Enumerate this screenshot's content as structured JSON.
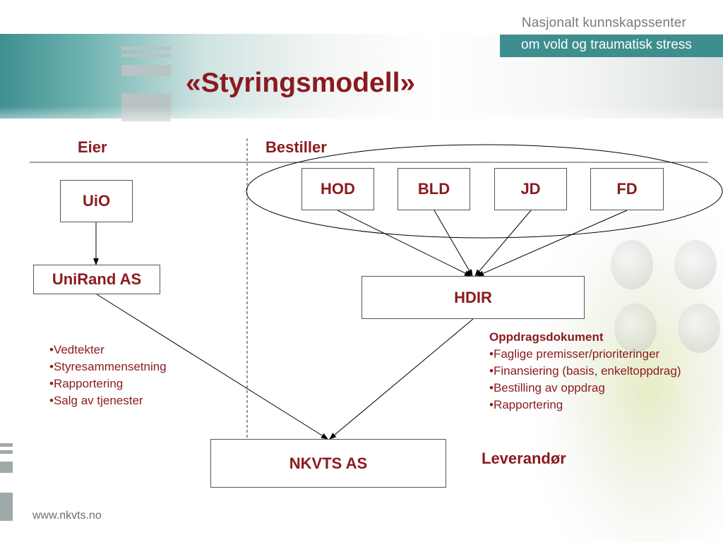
{
  "org": {
    "line1": "Nasjonalt kunnskapssenter",
    "line2": "om vold og traumatisk stress",
    "url": "www.nkvts.no"
  },
  "title": "«Styringsmodell»",
  "columns": {
    "owner": "Eier",
    "orderer": "Bestiller",
    "supplier": "Leverandør"
  },
  "nodes": {
    "uio": "UiO",
    "unirand": "UniRand AS",
    "hod": "HOD",
    "bld": "BLD",
    "jd": "JD",
    "fd": "FD",
    "hdir": "HDIR",
    "nkvts": "NKVTS AS"
  },
  "owner_bullets": [
    "•Vedtekter",
    "•Styresammensetning",
    "•Rapportering",
    "•Salg av tjenester"
  ],
  "assignment": {
    "heading": "Oppdragsdokument",
    "bullets": [
      "•Faglige premisser/prioriteringer",
      "•Finansiering (basis, enkeltoppdrag)",
      "•Bestilling av oppdrag",
      "•Rapportering"
    ]
  },
  "colors": {
    "accent": "#8b1a1f",
    "teal": "#3e8e8f",
    "text_gray": "#7a7a7a"
  }
}
